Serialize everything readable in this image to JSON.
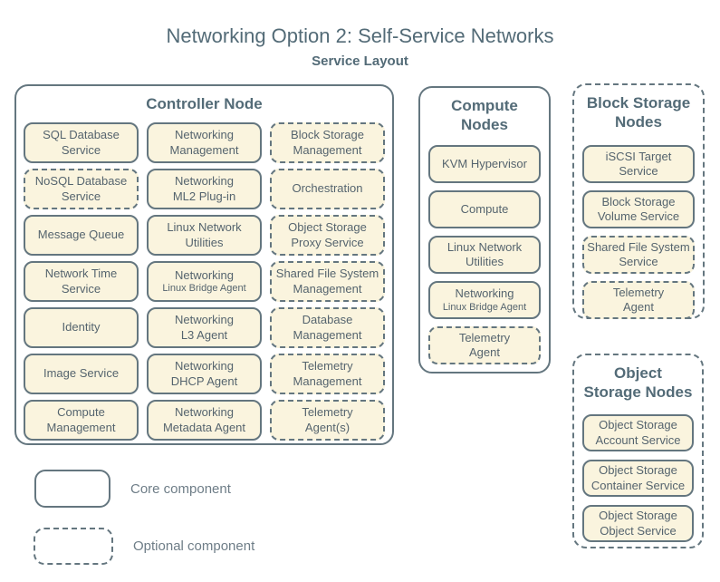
{
  "page": {
    "title": "Networking Option 2: Self-Service Networks",
    "subtitle": "Service Layout"
  },
  "colors": {
    "box_fill": "#faf4de",
    "line": "#64767f",
    "text": "#55646e",
    "heading": "#536b77"
  },
  "panels": {
    "controller": {
      "title": "Controller Node",
      "border_style": "solid",
      "items": [
        {
          "label": "SQL Database\nService",
          "type": "core"
        },
        {
          "label": "Networking\nManagement",
          "type": "core"
        },
        {
          "label": "Block Storage\nManagement",
          "type": "optional"
        },
        {
          "label": "NoSQL Database\nService",
          "type": "optional"
        },
        {
          "label": "Networking\nML2 Plug-in",
          "type": "core"
        },
        {
          "label": "Orchestration",
          "type": "optional"
        },
        {
          "label": "Message Queue",
          "type": "core"
        },
        {
          "label": "Linux Network\nUtilities",
          "type": "core"
        },
        {
          "label": "Object Storage\nProxy Service",
          "type": "optional"
        },
        {
          "label": "Network Time\nService",
          "type": "core"
        },
        {
          "label": "Networking",
          "sublabel": "Linux Bridge Agent",
          "type": "core"
        },
        {
          "label": "Shared File System\nManagement",
          "type": "optional"
        },
        {
          "label": "Identity",
          "type": "core"
        },
        {
          "label": "Networking\nL3 Agent",
          "type": "core"
        },
        {
          "label": "Database\nManagement",
          "type": "optional"
        },
        {
          "label": "Image Service",
          "type": "core"
        },
        {
          "label": "Networking\nDHCP Agent",
          "type": "core"
        },
        {
          "label": "Telemetry\nManagement",
          "type": "optional"
        },
        {
          "label": "Compute\nManagement",
          "type": "core"
        },
        {
          "label": "Networking\nMetadata Agent",
          "type": "core"
        },
        {
          "label": "Telemetry\nAgent(s)",
          "type": "optional"
        }
      ]
    },
    "compute": {
      "title": "Compute\nNodes",
      "border_style": "solid",
      "items": [
        {
          "label": "KVM Hypervisor",
          "type": "core"
        },
        {
          "label": "Compute",
          "type": "core"
        },
        {
          "label": "Linux Network\nUtilities",
          "type": "core"
        },
        {
          "label": "Networking",
          "sublabel": "Linux Bridge Agent",
          "type": "core"
        },
        {
          "label": "Telemetry\nAgent",
          "type": "optional"
        }
      ]
    },
    "block_storage": {
      "title": "Block Storage\nNodes",
      "border_style": "dashed",
      "items": [
        {
          "label": "iSCSI Target\nService",
          "type": "core"
        },
        {
          "label": "Block Storage\nVolume Service",
          "type": "core"
        },
        {
          "label": "Shared File System\nService",
          "type": "optional"
        },
        {
          "label": "Telemetry\nAgent",
          "type": "optional"
        }
      ]
    },
    "object_storage": {
      "title": "Object\nStorage Nodes",
      "border_style": "dashed",
      "items": [
        {
          "label": "Object Storage\nAccount Service",
          "type": "core"
        },
        {
          "label": "Object Storage\nContainer Service",
          "type": "core"
        },
        {
          "label": "Object Storage\nObject Service",
          "type": "core"
        }
      ]
    }
  },
  "legend": {
    "core_label": "Core component",
    "optional_label": "Optional component"
  }
}
